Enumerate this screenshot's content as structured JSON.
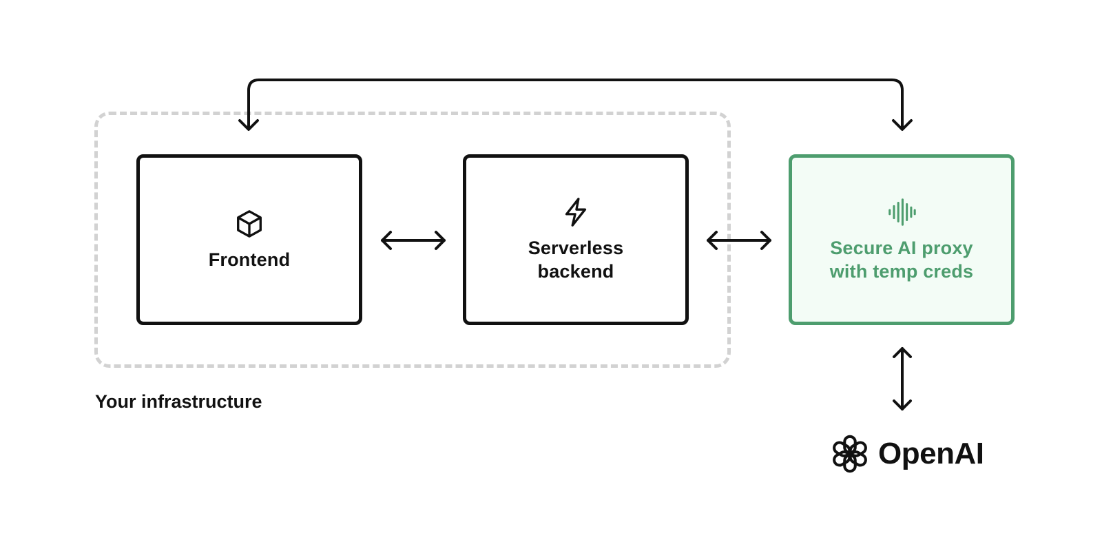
{
  "diagram": {
    "group": {
      "label": "Your infrastructure"
    },
    "nodes": [
      {
        "id": "frontend",
        "label": "Frontend",
        "icon": "cube-icon"
      },
      {
        "id": "backend",
        "label": "Serverless\nbackend",
        "icon": "lightning-icon"
      },
      {
        "id": "proxy",
        "label": "Secure AI proxy\nwith temp creds",
        "icon": "sound-wave-icon",
        "accent": "#4d9d6e"
      }
    ],
    "external": {
      "label": "OpenAI",
      "icon": "openai-logo-icon"
    },
    "connections": [
      {
        "from": "frontend",
        "to": "backend",
        "direction": "bidirectional"
      },
      {
        "from": "backend",
        "to": "proxy",
        "direction": "bidirectional"
      },
      {
        "from": "proxy",
        "to": "OpenAI",
        "direction": "bidirectional"
      },
      {
        "from": "frontend",
        "to": "proxy",
        "direction": "bidirectional"
      }
    ],
    "colors": {
      "stroke": "#111111",
      "group_border": "#d2d2d2",
      "accent": "#4d9d6e",
      "accent_fill": "#f3fcf6"
    }
  }
}
